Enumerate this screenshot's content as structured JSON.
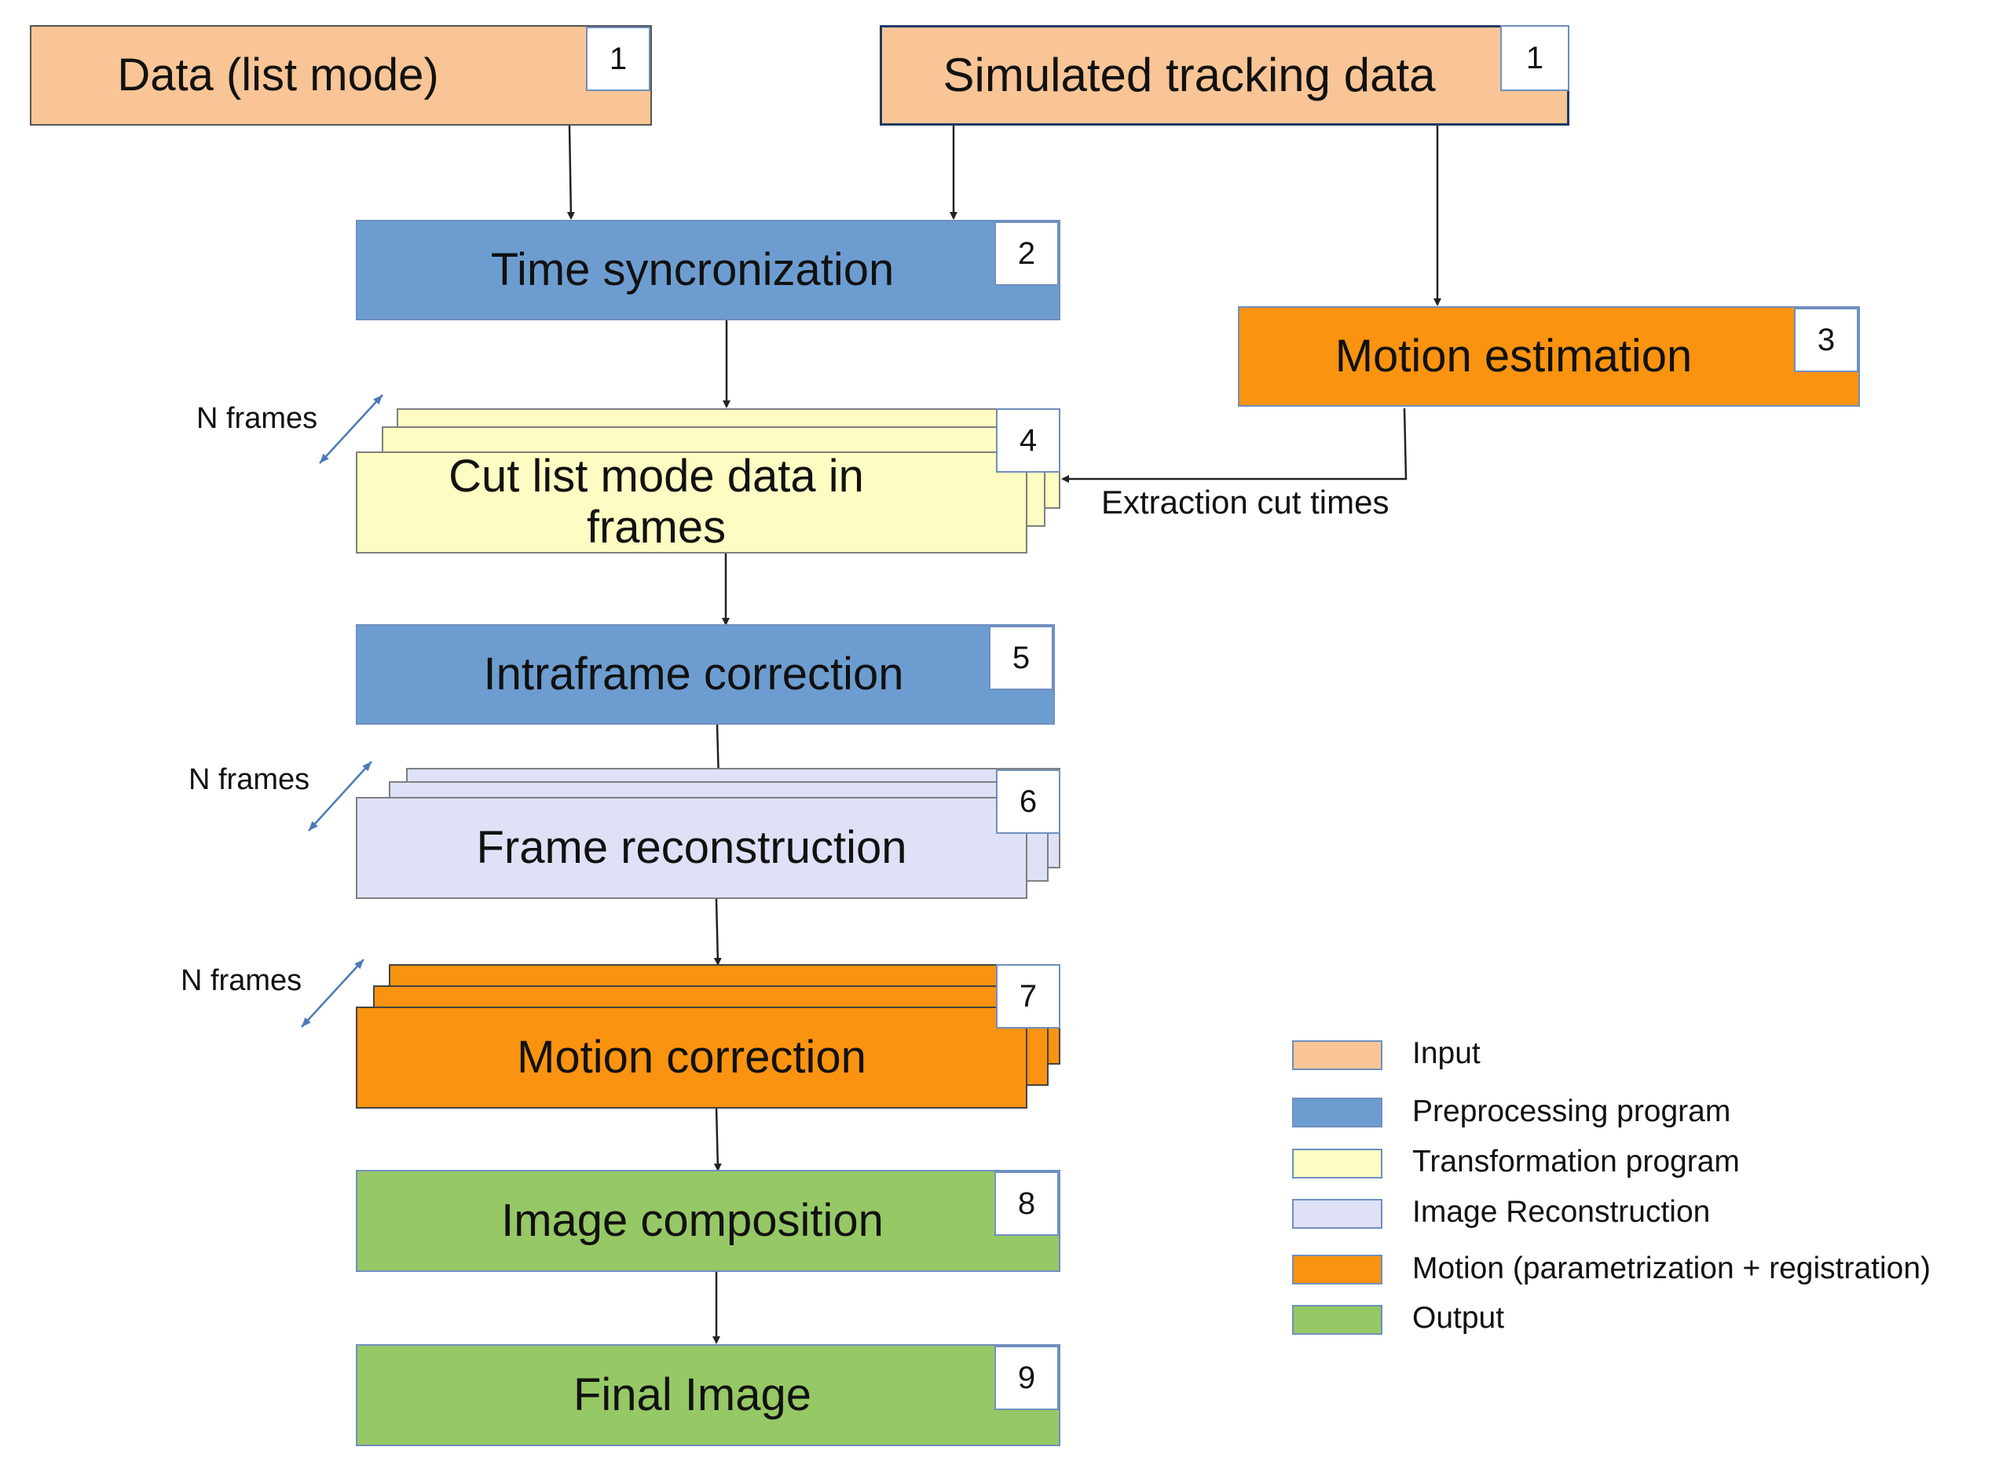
{
  "colors": {
    "input": "#f9c596",
    "preprocessing": "#6d9dd0",
    "transformation": "#fdfcc2",
    "reconstruction": "#dfe1f7",
    "motion": "#fa9310",
    "output": "#96c866"
  },
  "nodes": {
    "data_list_mode": {
      "label": "Data (list mode)",
      "num": "1"
    },
    "simulated_tracking": {
      "label": "Simulated tracking data",
      "num": "1"
    },
    "time_sync": {
      "label": "Time syncronization",
      "num": "2"
    },
    "motion_estimation": {
      "label": "Motion estimation",
      "num": "3"
    },
    "cut_list_mode": {
      "label": "Cut list mode data in frames",
      "num": "4"
    },
    "intraframe": {
      "label": "Intraframe correction",
      "num": "5"
    },
    "frame_recon": {
      "label": "Frame reconstruction",
      "num": "6"
    },
    "motion_correction": {
      "label": "Motion correction",
      "num": "7"
    },
    "image_composition": {
      "label": "Image composition",
      "num": "8"
    },
    "final_image": {
      "label": "Final Image",
      "num": "9"
    }
  },
  "annotations": {
    "n_frames": "N frames",
    "extraction": "Extraction cut times"
  },
  "legend": [
    {
      "label": "Input",
      "color": "#f9c596"
    },
    {
      "label": "Preprocessing program",
      "color": "#6d9dd0"
    },
    {
      "label": "Transformation program",
      "color": "#fdfcc2"
    },
    {
      "label": "Image Reconstruction",
      "color": "#dfe1f7"
    },
    {
      "label": "Motion (parametrization + registration)",
      "color": "#fa9310"
    },
    {
      "label": "Output",
      "color": "#96c866"
    }
  ]
}
